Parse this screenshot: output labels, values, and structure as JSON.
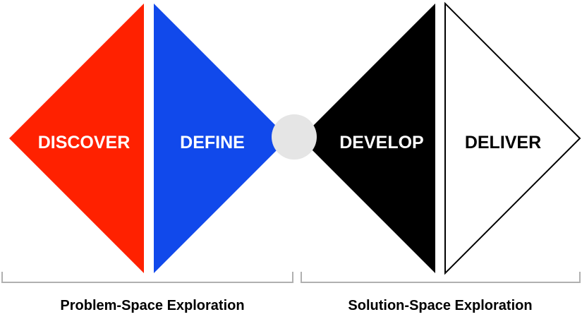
{
  "phases": {
    "discover": {
      "label": "DISCOVER",
      "color": "#FF2100",
      "text_color": "#FFFFFF"
    },
    "define": {
      "label": "DEFINE",
      "color": "#1149EB",
      "text_color": "#FFFFFF"
    },
    "develop": {
      "label": "DEVELOP",
      "color": "#000000",
      "text_color": "#FFFFFF"
    },
    "deliver": {
      "label": "DELIVER",
      "color": "#FFFFFF",
      "text_color": "#000000"
    }
  },
  "spaces": {
    "problem": {
      "label": "Problem-Space Exploration"
    },
    "solution": {
      "label": "Solution-Space Exploration"
    }
  },
  "colors": {
    "bracket": "#B0B0B0",
    "center_circle": "#E5E5E5"
  }
}
